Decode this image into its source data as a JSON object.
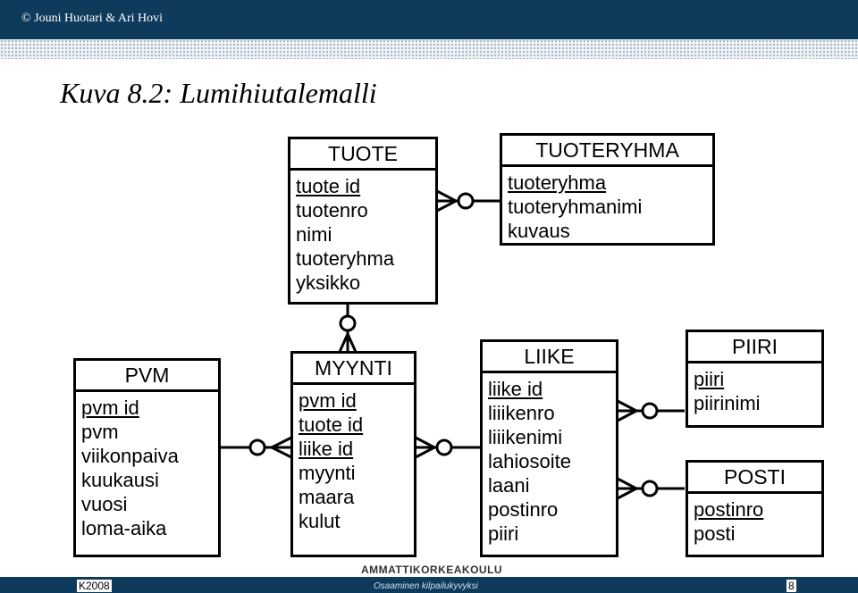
{
  "header": {
    "copyright": "© Jouni Huotari & Ari Hovi"
  },
  "title": "Kuva 8.2: Lumihiutalemalli",
  "entities": {
    "tuote": {
      "name": "TUOTE",
      "attributes": [
        "tuote id",
        "tuotenro",
        "nimi",
        "tuoteryhma",
        "yksikko"
      ]
    },
    "tuoteryhma": {
      "name": "TUOTERYHMA",
      "attributes": [
        "tuoteryhma",
        "tuoteryhmanimi",
        "kuvaus"
      ]
    },
    "pvm": {
      "name": "PVM",
      "attributes": [
        "pvm id",
        "pvm",
        "viikonpaiva",
        "kuukausi",
        "vuosi",
        "loma-aika"
      ]
    },
    "myynti": {
      "name": "MYYNTI",
      "attributes": [
        "pvm id",
        "tuote id",
        "liike id",
        "myynti",
        "maara",
        "kulut"
      ]
    },
    "liike": {
      "name": "LIIKE",
      "attributes": [
        "liike id",
        "liiikenro",
        "liiikenimi",
        "lahiosoite",
        "laani",
        "postinro",
        "piiri"
      ]
    },
    "piiri": {
      "name": "PIIRI",
      "attributes": [
        "piiri",
        "piirinimi"
      ]
    },
    "posti": {
      "name": "POSTI",
      "attributes": [
        "postinro",
        "posti"
      ]
    }
  },
  "footer": {
    "left": "K2008",
    "right": "8",
    "logo": "AMMATTIKORKEAKOULU",
    "slogan": "Osaaminen kilpailukyvyksi"
  }
}
